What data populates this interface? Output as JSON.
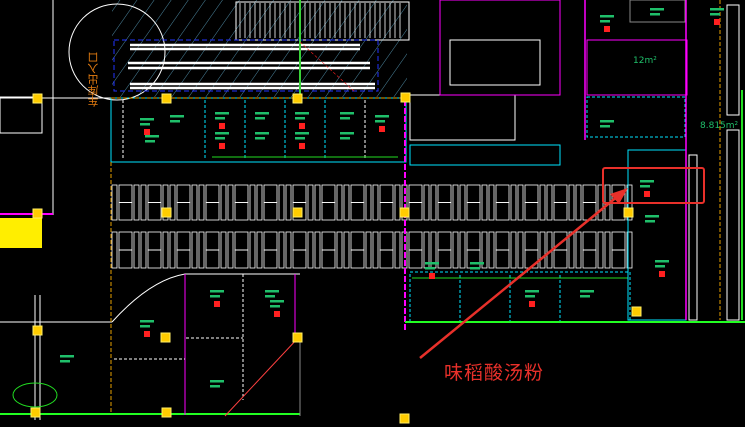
{
  "drawing": {
    "annotation_label": "味稻酸汤粉",
    "entrance_label": "车库出入口",
    "area_labels": [
      "12m²",
      "8.815m²"
    ],
    "colors": {
      "background": "#000000",
      "annotation": "#e8302a",
      "wall": "#ffffff",
      "boundary": "#00ff00",
      "partition": "#00e5ff",
      "fire": "#ff00ff",
      "column": "#ffcc00",
      "text_green": "#1fbf6a"
    }
  }
}
